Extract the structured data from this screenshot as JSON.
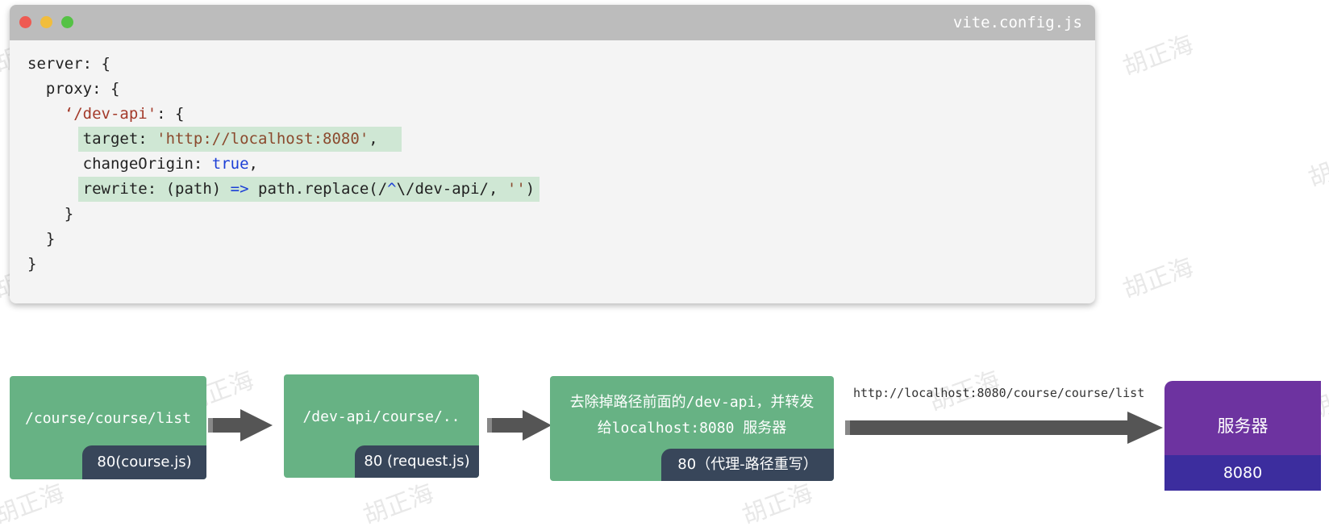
{
  "watermark_text": "胡正海",
  "code_window": {
    "filename": "vite.config.js",
    "lines": {
      "l1": "server: {",
      "l2": "  proxy: {",
      "l3_str": "    ‘/dev-api'",
      "l3_rest": ": {",
      "l4_key": "target: ",
      "l4_str": "'http://localhost:8080'",
      "l4_end": ",",
      "l5_key": "      changeOrigin: ",
      "l5_kw": "true",
      "l5_end": ",",
      "l6_a": "rewrite: (path) ",
      "l6_arrow": "=>",
      "l6_b": " path.replace(/",
      "l6_caret": "^",
      "l6_c": "\\/dev-api/, ",
      "l6_str": "''",
      "l6_end": ")",
      "l7": "    }",
      "l8": "  }",
      "l9": "}"
    }
  },
  "flow": {
    "step1": {
      "path": "/course/course/list",
      "port": "80(course.js)"
    },
    "step2": {
      "path": "/dev-api/course/..",
      "port": "80 (request.js)"
    },
    "step3": {
      "text_line1": "去除掉路径前面的/dev-api，并转发",
      "text_line2": "给localhost:8080 服务器",
      "port": "80（代理-路径重写）"
    },
    "url_label": "http://localhost:8080/course/course/list",
    "server": {
      "label": "服务器",
      "port": "8080"
    }
  },
  "colors": {
    "box_green": "#67b284",
    "port_dark": "#38465a",
    "server_purple": "#6d33a0",
    "server_port": "#3c2d9e",
    "arrow_gray": "#555555",
    "highlight": "#cfe7d4"
  }
}
